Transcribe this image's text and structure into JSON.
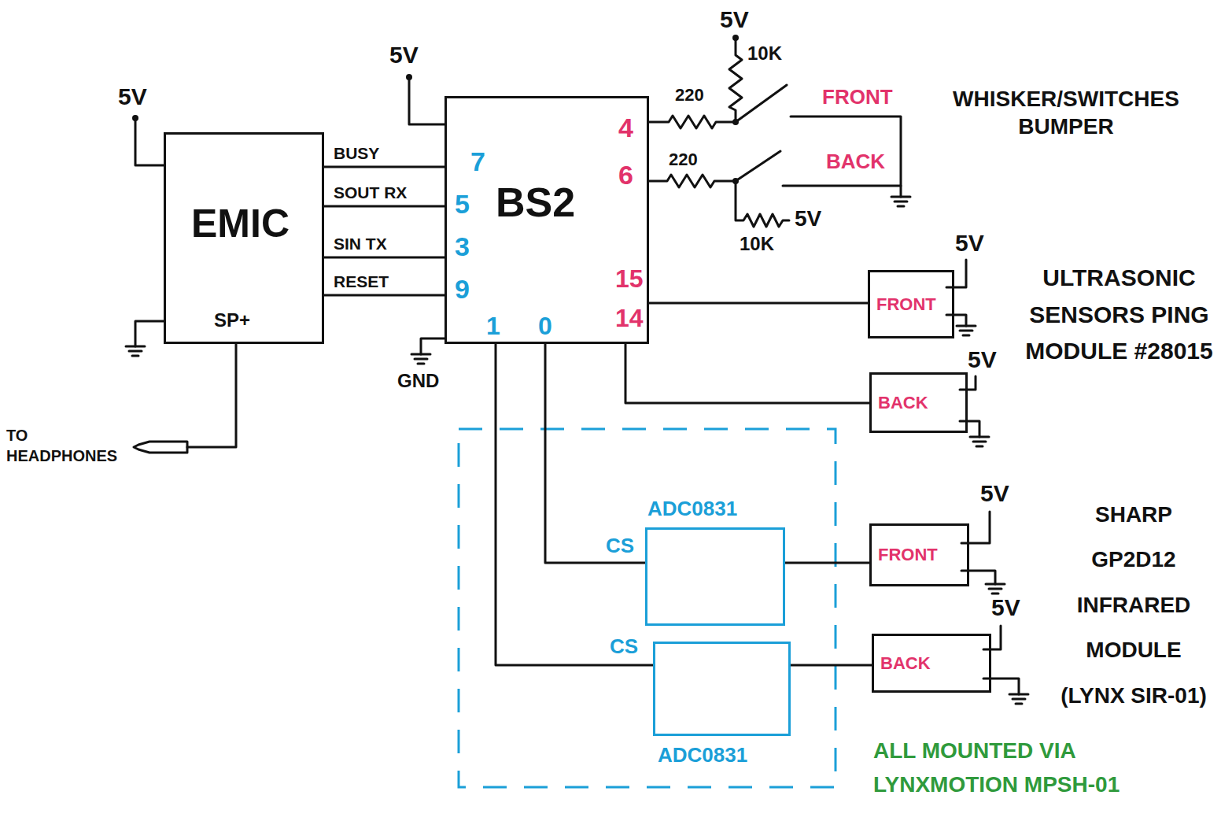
{
  "diagram": {
    "nodes": [
      {
        "text": [
          "EMIC"
        ]
      },
      {
        "text": [
          "BS2"
        ]
      },
      {
        "text": [
          "FRONT"
        ]
      },
      {
        "text": [
          "BACK"
        ]
      },
      {
        "text": [
          "FRONT"
        ]
      },
      {
        "text": [
          "BACK"
        ]
      },
      {
        "text": [
          "ADC0831"
        ]
      },
      {
        "text": [
          "ADC0831"
        ]
      }
    ],
    "edges": [
      {
        "from": 0,
        "to": 1,
        "label": "BUSY",
        "arrow": "none"
      },
      {
        "from": 0,
        "to": 1,
        "label": "SOUT RX",
        "arrow": "none"
      },
      {
        "from": 0,
        "to": 1,
        "label": "SIN TX",
        "arrow": "none"
      },
      {
        "from": 0,
        "to": 1,
        "label": "RESET",
        "arrow": "none"
      },
      {
        "from": 1,
        "to": 2,
        "arrow": "none"
      },
      {
        "from": 1,
        "to": 3,
        "arrow": "none"
      },
      {
        "from": 1,
        "to": 6,
        "arrow": "none"
      },
      {
        "from": 6,
        "to": 4,
        "arrow": "none"
      },
      {
        "from": 1,
        "to": 7,
        "arrow": "none"
      },
      {
        "from": 7,
        "to": 5,
        "arrow": "none"
      }
    ],
    "labels": [
      "5V",
      "5V",
      "GND",
      "TO HEADPHONES",
      "SP+",
      "7",
      "5",
      "3",
      "9",
      "1",
      "0",
      "4",
      "6",
      "15",
      "14",
      "5V",
      "10K",
      "220",
      "220",
      "10K",
      "5V",
      "FRONT",
      "BACK",
      "WHISKER/SWITCHES BUMPER",
      "5V",
      "5V",
      "ULTRASONIC SENSORS PING MODULE #28015",
      "5V",
      "5V",
      "SHARP GP2D12 INFRARED MODULE (LYNX SIR-01)",
      "CS",
      "CS",
      "ALL MOUNTED VIA LYNXMOTION MPSH-01"
    ]
  }
}
